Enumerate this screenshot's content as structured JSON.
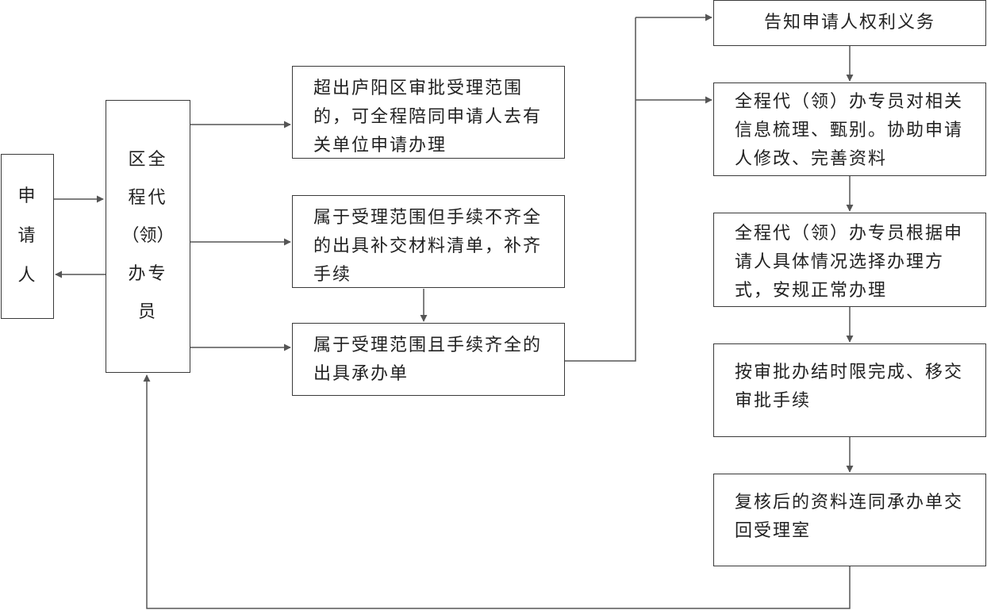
{
  "diagram": {
    "applicant": {
      "lines": [
        "申",
        "请",
        "人"
      ]
    },
    "agent": {
      "lines": [
        "区全",
        "程代",
        "（领）",
        "办专",
        "员"
      ]
    },
    "middle": {
      "out_of_scope": "超出庐阳区审批受理范围的，可全程陪同申请人去有关单位申请办理",
      "incomplete": "属于受理范围但手续不齐全的出具补交材料清单，补齐手续",
      "complete": "属于受理范围且手续齐全的出具承办单"
    },
    "right": {
      "inform": "告知申请人权利义务",
      "review": "全程代（领）办专员对相关信息梳理、甄别。协助申请人修改、完善资料",
      "choose": "全程代（领）办专员根据申请人具体情况选择办理方式，安规正常办理",
      "finish": "按审批办结时限完成、移交审批手续",
      "return": "复核后的资料连同承办单交回受理室"
    }
  },
  "colors": {
    "line": "#555555",
    "border": "#3a3a3a",
    "text": "#222222",
    "background": "#ffffff"
  }
}
